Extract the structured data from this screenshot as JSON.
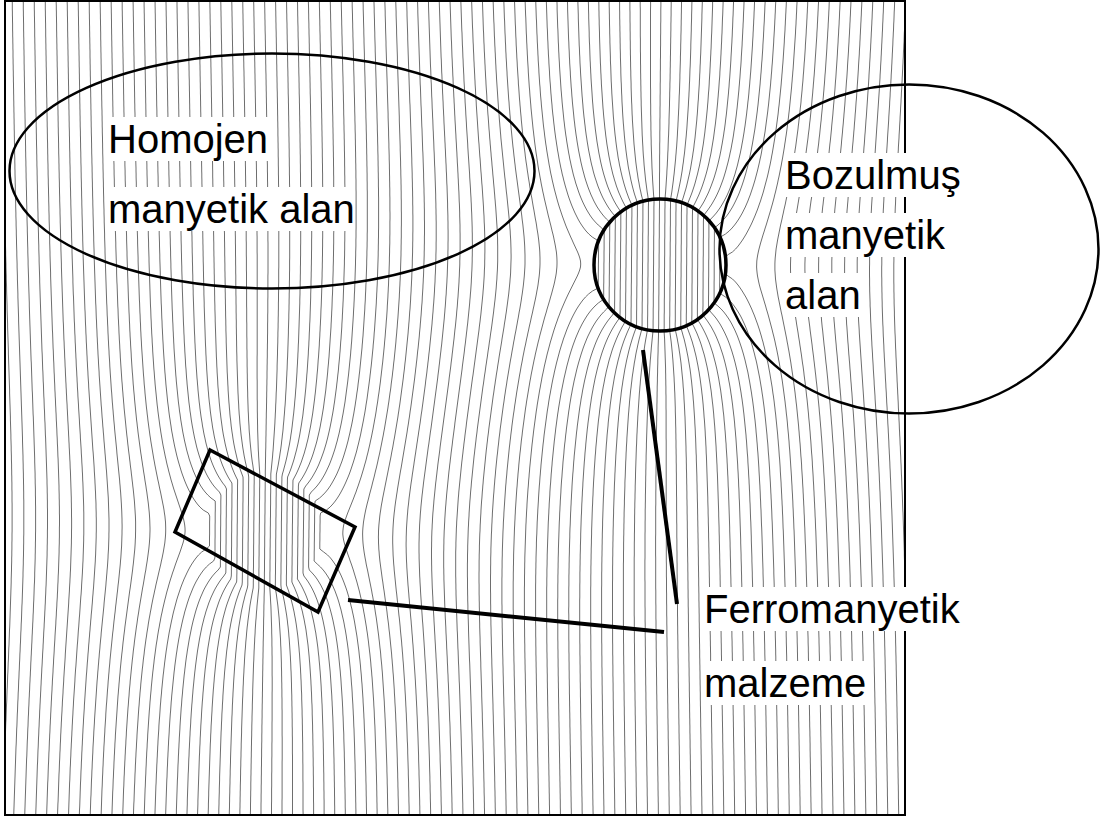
{
  "diagram": {
    "nodes": [
      {
        "text": [
          "Homojen manyetik alan"
        ]
      },
      {
        "text": [
          "Bozulmuş manyetik alan"
        ]
      }
    ],
    "labels": [
      "Ferromanyetik malzeme"
    ]
  }
}
